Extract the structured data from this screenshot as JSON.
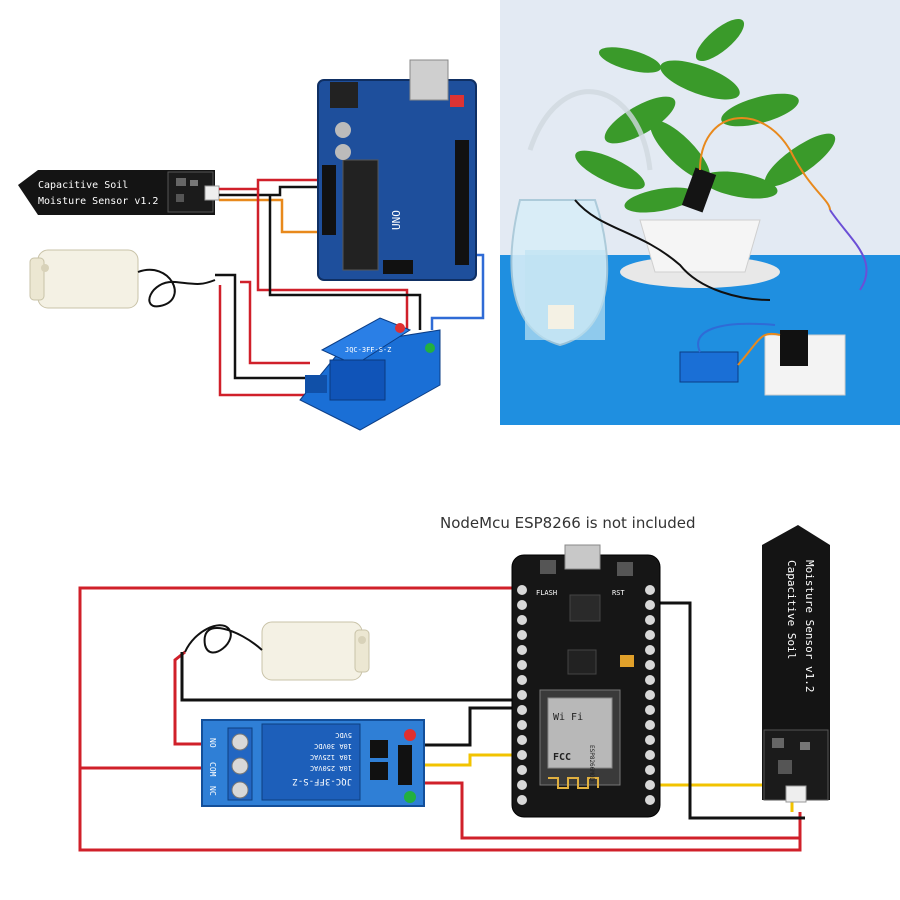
{
  "colors": {
    "wire_red": "#d0202a",
    "wire_black": "#111111",
    "wire_yellow": "#f2c300",
    "wire_orange": "#e8891c",
    "wire_blue": "#2f6bd6",
    "arduino_blue": "#1e4f9c",
    "relay_blue": "#1a6fd6",
    "sensor_black": "#141414",
    "photo_sky": "#dfe8f2",
    "photo_table": "#1f8fe0"
  },
  "top_left_diagram": {
    "sensor_label_line1": "Capacitive Soil",
    "sensor_label_line2": "Moisture Sensor v1.2",
    "relay_text": "JQC-3FF-S-Z",
    "board_label": "UNO"
  },
  "top_right_photo": {
    "description_visible": false
  },
  "bottom_diagram": {
    "caption": "NodeMcu ESP8266 is not included",
    "sensor_label_line1": "Capacitive Soil",
    "sensor_label_line2": "Moisture Sensor v1.2",
    "relay_model": "JQC-3FF-S-Z",
    "relay_rating1": "10A 250VAC",
    "relay_rating2": "10A 125VAC",
    "relay_rating3": "10A 30VDC",
    "relay_rating4": "5VDC",
    "relay_terminal_no": "NO",
    "relay_terminal_com": "COM",
    "relay_terminal_nc": "NC",
    "board_flash": "FLASH",
    "board_rst": "RST",
    "wifi_label": "Wi Fi",
    "esp_model": "ESP8266MOD",
    "fcc_mark": "FCC"
  }
}
